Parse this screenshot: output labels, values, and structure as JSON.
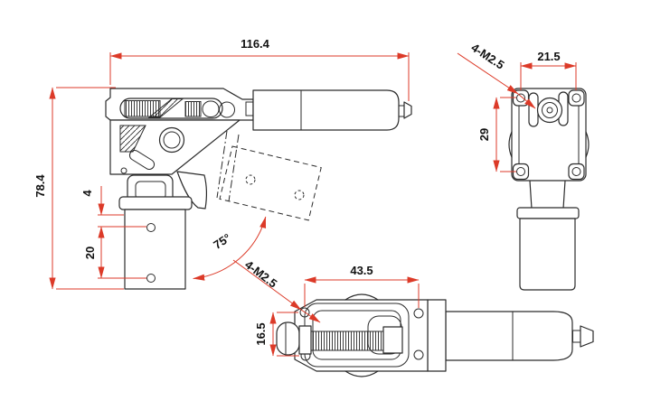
{
  "drawing": {
    "title": "retractable landing gear dimensional drawing",
    "colors": {
      "dimension_red": "#dc3a28",
      "part_line": "#2b2b2b",
      "background": "#ffffff"
    },
    "dims": {
      "side_width": "116.4",
      "side_height": "78.4",
      "leg_hole_offset": "4",
      "leg_hole_spacing": "20",
      "retract_angle": "75°",
      "front_hole_span_x": "21.5",
      "front_hole_span_y": "29",
      "front_thread_callout": "4-M2.5",
      "top_hole_span_x": "43.5",
      "top_hole_span_y": "16.5",
      "top_thread_callout": "4-M2.5"
    }
  }
}
